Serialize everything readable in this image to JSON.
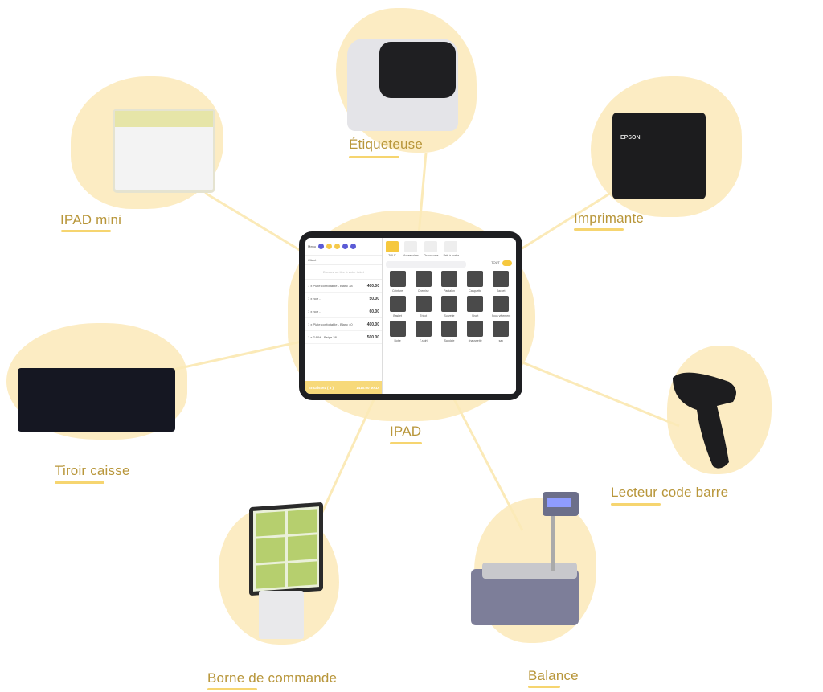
{
  "title": "POS devices around the iPad",
  "colors": {
    "label": "#b8963a",
    "underline": "#f6d570",
    "blob": "#fbe9b9"
  },
  "devices": {
    "etiqueteuse": "Étiqueteuse",
    "ipad_mini": "IPAD mini",
    "imprimante": "Imprimante",
    "tiroir": "Tiroir caisse",
    "ipad": "IPAD",
    "lecteur": "Lecteur code barre",
    "borne": "Borne de commande",
    "balance": "Balance"
  },
  "printer_brand": "EPSON",
  "ipad_screen": {
    "menu": "Menu",
    "client": "Client",
    "ticket_placeholder": "Donnez un titre à votre ticket",
    "lines": [
      {
        "label": "1 x Plate confortable - Blanc 38",
        "price": "400.00"
      },
      {
        "label": "1 x noir -",
        "price": "50.00"
      },
      {
        "label": "1 x noir -",
        "price": "60.00"
      },
      {
        "label": "1 x Plate confortable - Blanc 40",
        "price": "400.00"
      },
      {
        "label": "1 x DAIM - Beige 38",
        "price": "500.00"
      }
    ],
    "checkout": "Encaissez ( 5 )",
    "total": "1410.00 MAD",
    "categories": [
      "TOUT",
      "Accessoires",
      "Chaussures",
      "Prêt à porter"
    ],
    "toggle_label": "TOUT",
    "products": [
      "Ceinture",
      "Chemise",
      "Pantalon",
      "Casquette",
      "Jacket",
      "Basket",
      "Tricot",
      "Survette",
      "Short",
      "Sous vêtement",
      "Botte",
      "T-shirt",
      "Sandale",
      "chaussette",
      "sac"
    ]
  }
}
